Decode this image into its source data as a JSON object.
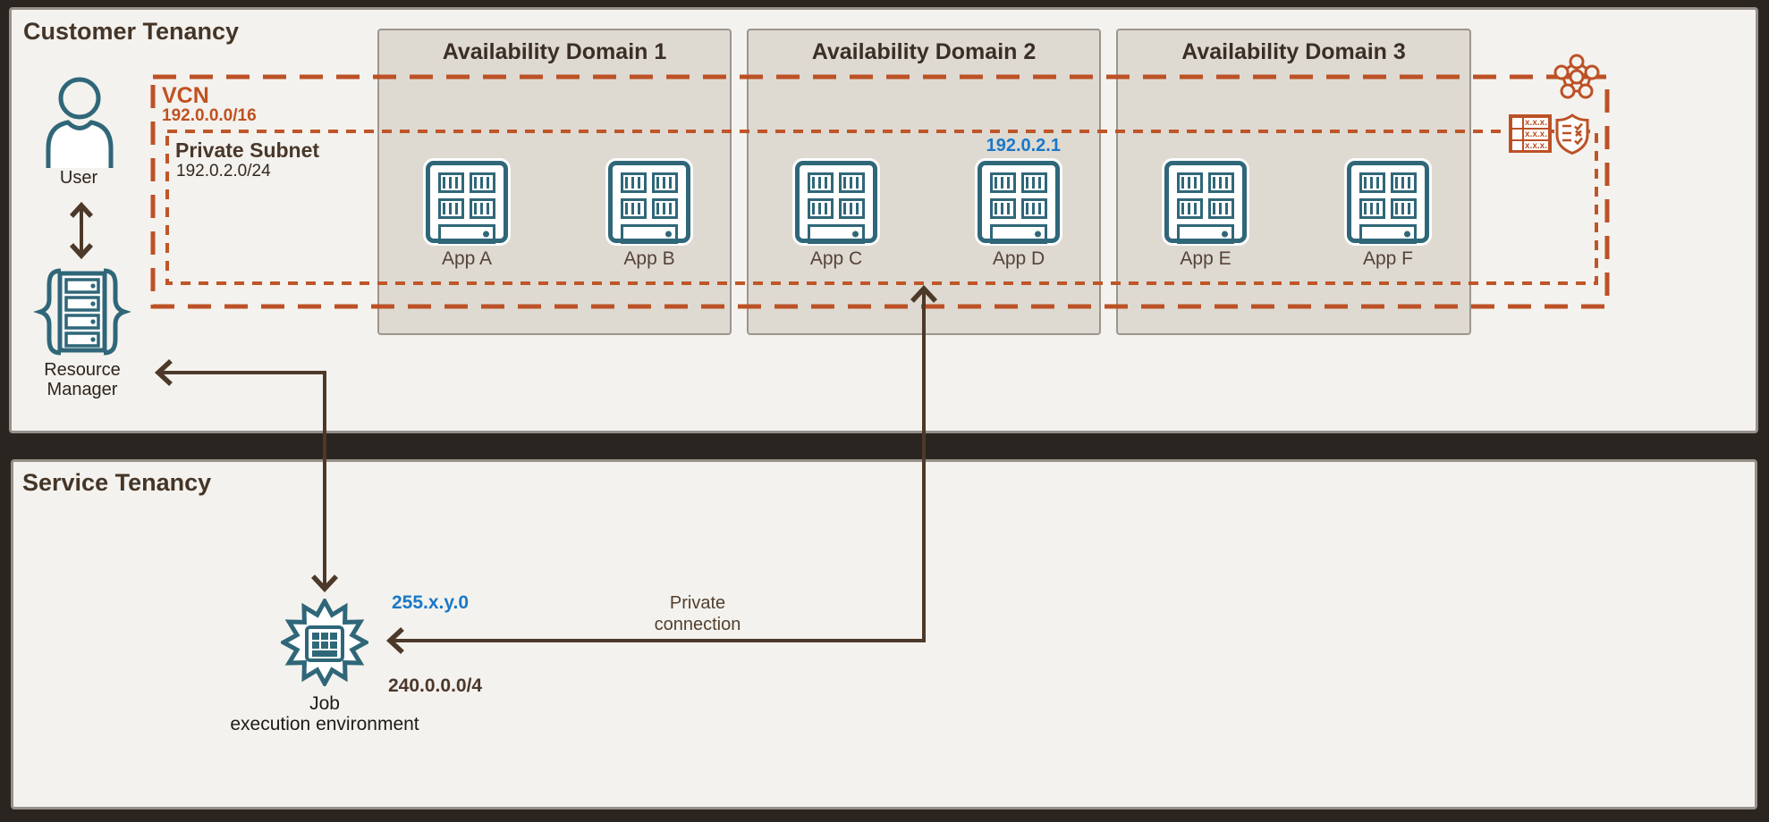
{
  "customer_tenancy": {
    "title": "Customer Tenancy",
    "user": {
      "label": "User"
    },
    "resource_manager": {
      "label_lines": [
        "Resource",
        "Manager"
      ]
    },
    "vcn": {
      "label": "VCN",
      "cidr": "192.0.0.0/16"
    },
    "private_subnet": {
      "label": "Private Subnet",
      "cidr": "192.0.2.0/24"
    },
    "availability_domains": [
      {
        "label": "Availability Domain 1",
        "apps": [
          "App A",
          "App B"
        ]
      },
      {
        "label": "Availability Domain 2",
        "apps": [
          "App C",
          "App D"
        ],
        "ip_label": "192.0.2.1"
      },
      {
        "label": "Availability Domain 3",
        "apps": [
          "App E",
          "App F"
        ]
      }
    ],
    "route_table_rows": [
      "x.x.x.",
      "x.x.x.",
      "x.x.x."
    ]
  },
  "service_tenancy": {
    "title": "Service Tenancy",
    "job_execution_environment": {
      "label_lines": [
        "Job",
        "execution environment"
      ],
      "ip": "255.x.y.0",
      "cidr": "240.0.0.0/4"
    },
    "private_connection": {
      "label_lines": [
        "Private",
        "connection"
      ]
    }
  },
  "colors": {
    "background": "#2a2521",
    "panel_fill": "#f4f2ee",
    "panel_border": "#97918a",
    "ad_box_fill": "#dedad2",
    "ad_box_border": "#9c968f",
    "orange_accent": "#bc5126",
    "teal_icon": "#2f6779",
    "blue_ip": "#1a78c8",
    "arrow_brown": "#4d3929",
    "title_brown": "#443527"
  }
}
